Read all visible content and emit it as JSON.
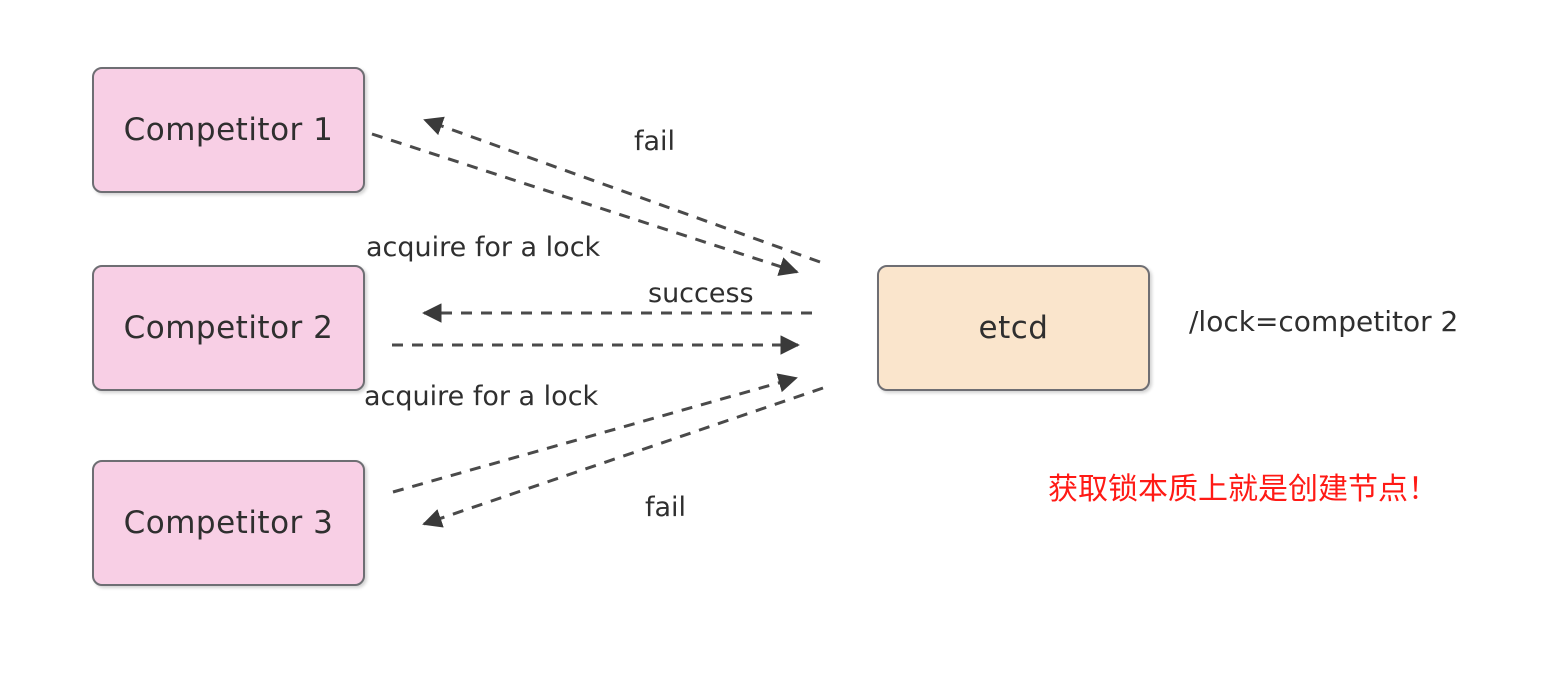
{
  "diagram": {
    "title": "etcd distributed lock acquisition",
    "background": "#ffffff",
    "colors": {
      "competitor_fill": "#f8cfe5",
      "datastore_fill": "#fae5cc",
      "node_border": "#6e6e73",
      "edge": "#4a4a4a",
      "text": "#2f2f2f",
      "callout": "#ff1a15"
    },
    "nodes": [
      {
        "id": "competitor-1",
        "label": "Competitor 1",
        "kind": "competitor"
      },
      {
        "id": "competitor-2",
        "label": "Competitor 2",
        "kind": "competitor"
      },
      {
        "id": "competitor-3",
        "label": "Competitor 3",
        "kind": "competitor"
      },
      {
        "id": "etcd",
        "label": "etcd",
        "kind": "datastore"
      }
    ],
    "edge_labels": {
      "fail_top": "fail",
      "acquire_top": "acquire for a lock",
      "success": "success",
      "acquire_bottom": "acquire for a lock",
      "fail_bottom": "fail"
    },
    "edges": [
      {
        "from": "competitor-1",
        "to": "etcd",
        "label": "acquire for a lock",
        "direction": "right",
        "style": "dashed"
      },
      {
        "from": "etcd",
        "to": "competitor-1",
        "label": "fail",
        "direction": "left",
        "style": "dashed"
      },
      {
        "from": "competitor-2",
        "to": "etcd",
        "label": "acquire for a lock",
        "direction": "right",
        "style": "dashed"
      },
      {
        "from": "etcd",
        "to": "competitor-2",
        "label": "success",
        "direction": "left",
        "style": "dashed"
      },
      {
        "from": "competitor-3",
        "to": "etcd",
        "label": "acquire for a lock",
        "direction": "right",
        "style": "dashed"
      },
      {
        "from": "etcd",
        "to": "competitor-3",
        "label": "fail",
        "direction": "left",
        "style": "dashed"
      }
    ],
    "annotations": {
      "lock_key": "/lock=competitor 2",
      "callout_cn": "获取锁本质上就是创建节点！"
    }
  }
}
